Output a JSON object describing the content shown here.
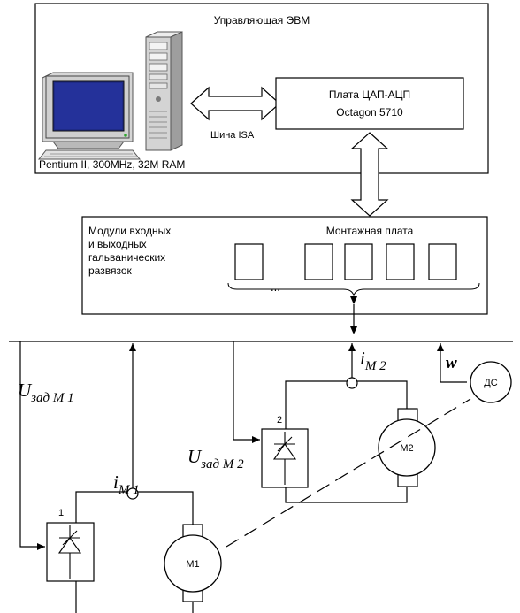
{
  "control_computer": {
    "title": "Управляющая ЭВМ",
    "pc_caption": "Pentium II, 300MHz, 32M RAM",
    "isa_label": "Шина ISA",
    "board_line1": "Плата ЦАП-АЦП",
    "board_line2": "Octagon 5710"
  },
  "io_module": {
    "title_line1": "Модули входных",
    "title_line2": "и выходных",
    "title_line3": "гальванических",
    "title_line4": "развязок",
    "carrier_label": "Монтажная плата",
    "ellipsis": "..."
  },
  "signals": {
    "u_set_1": {
      "main": "U",
      "sub": "зад M 1"
    },
    "u_set_2": {
      "main": "U",
      "sub": "зад M 2"
    },
    "i_m1": {
      "main": "i",
      "sub": "M 1"
    },
    "i_m2": {
      "main": "i",
      "sub": "M 2"
    },
    "w": "w"
  },
  "drives": {
    "converter_1": "1",
    "converter_2": "2",
    "motor_1": "M1",
    "motor_2": "M2",
    "encoder": "ДС"
  }
}
